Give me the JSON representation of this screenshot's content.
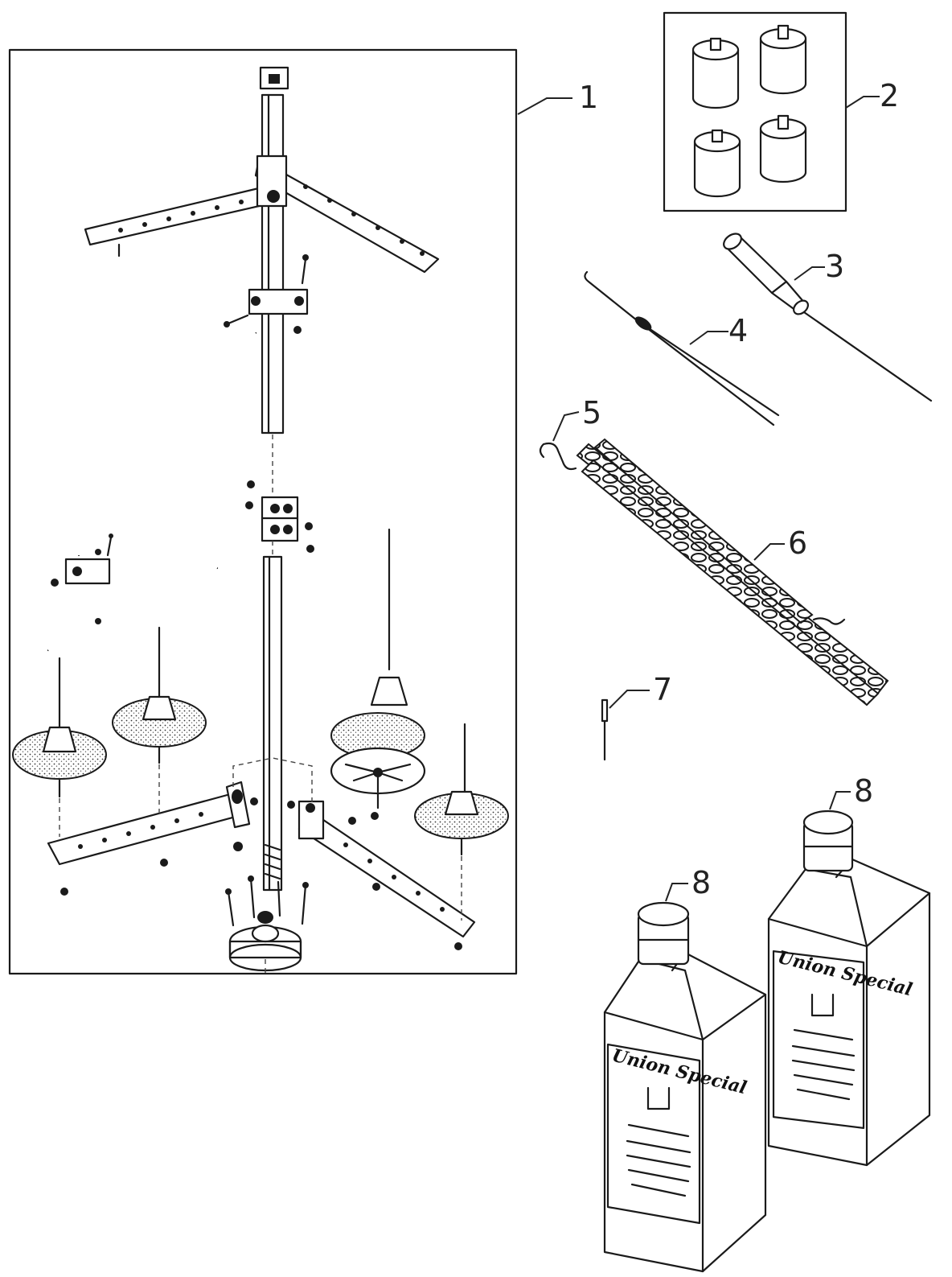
{
  "callouts": {
    "stand_kit": "1",
    "spool_caps": "2",
    "screwdriver": "3",
    "tweezers": "4",
    "s_hook": "5",
    "chain": "6",
    "needle": "7",
    "oil_bottle_front": "8",
    "oil_bottle_back": "8"
  },
  "bottle_labels": {
    "front_brand": "Union Special",
    "back_brand": "Union Special"
  }
}
